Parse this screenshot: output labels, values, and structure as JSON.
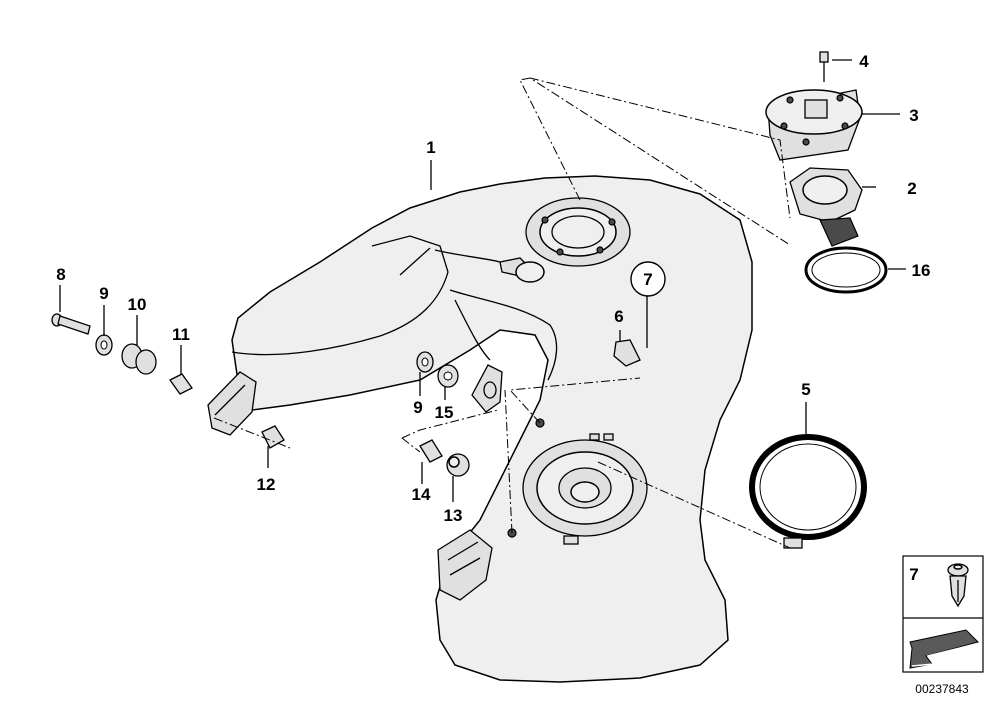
{
  "callouts": [
    {
      "id": "c1",
      "text": "1"
    },
    {
      "id": "c2",
      "text": "2"
    },
    {
      "id": "c3",
      "text": "3"
    },
    {
      "id": "c4",
      "text": "4"
    },
    {
      "id": "c5",
      "text": "5"
    },
    {
      "id": "c6",
      "text": "6"
    },
    {
      "id": "c7",
      "text": "7"
    },
    {
      "id": "c8",
      "text": "8"
    },
    {
      "id": "c9a",
      "text": "9"
    },
    {
      "id": "c9b",
      "text": "9"
    },
    {
      "id": "c10",
      "text": "10"
    },
    {
      "id": "c11",
      "text": "11"
    },
    {
      "id": "c12",
      "text": "12"
    },
    {
      "id": "c13",
      "text": "13"
    },
    {
      "id": "c14",
      "text": "14"
    },
    {
      "id": "c15",
      "text": "15"
    },
    {
      "id": "c16",
      "text": "16"
    }
  ],
  "legend": {
    "number": "7"
  },
  "part_number": "00237843"
}
